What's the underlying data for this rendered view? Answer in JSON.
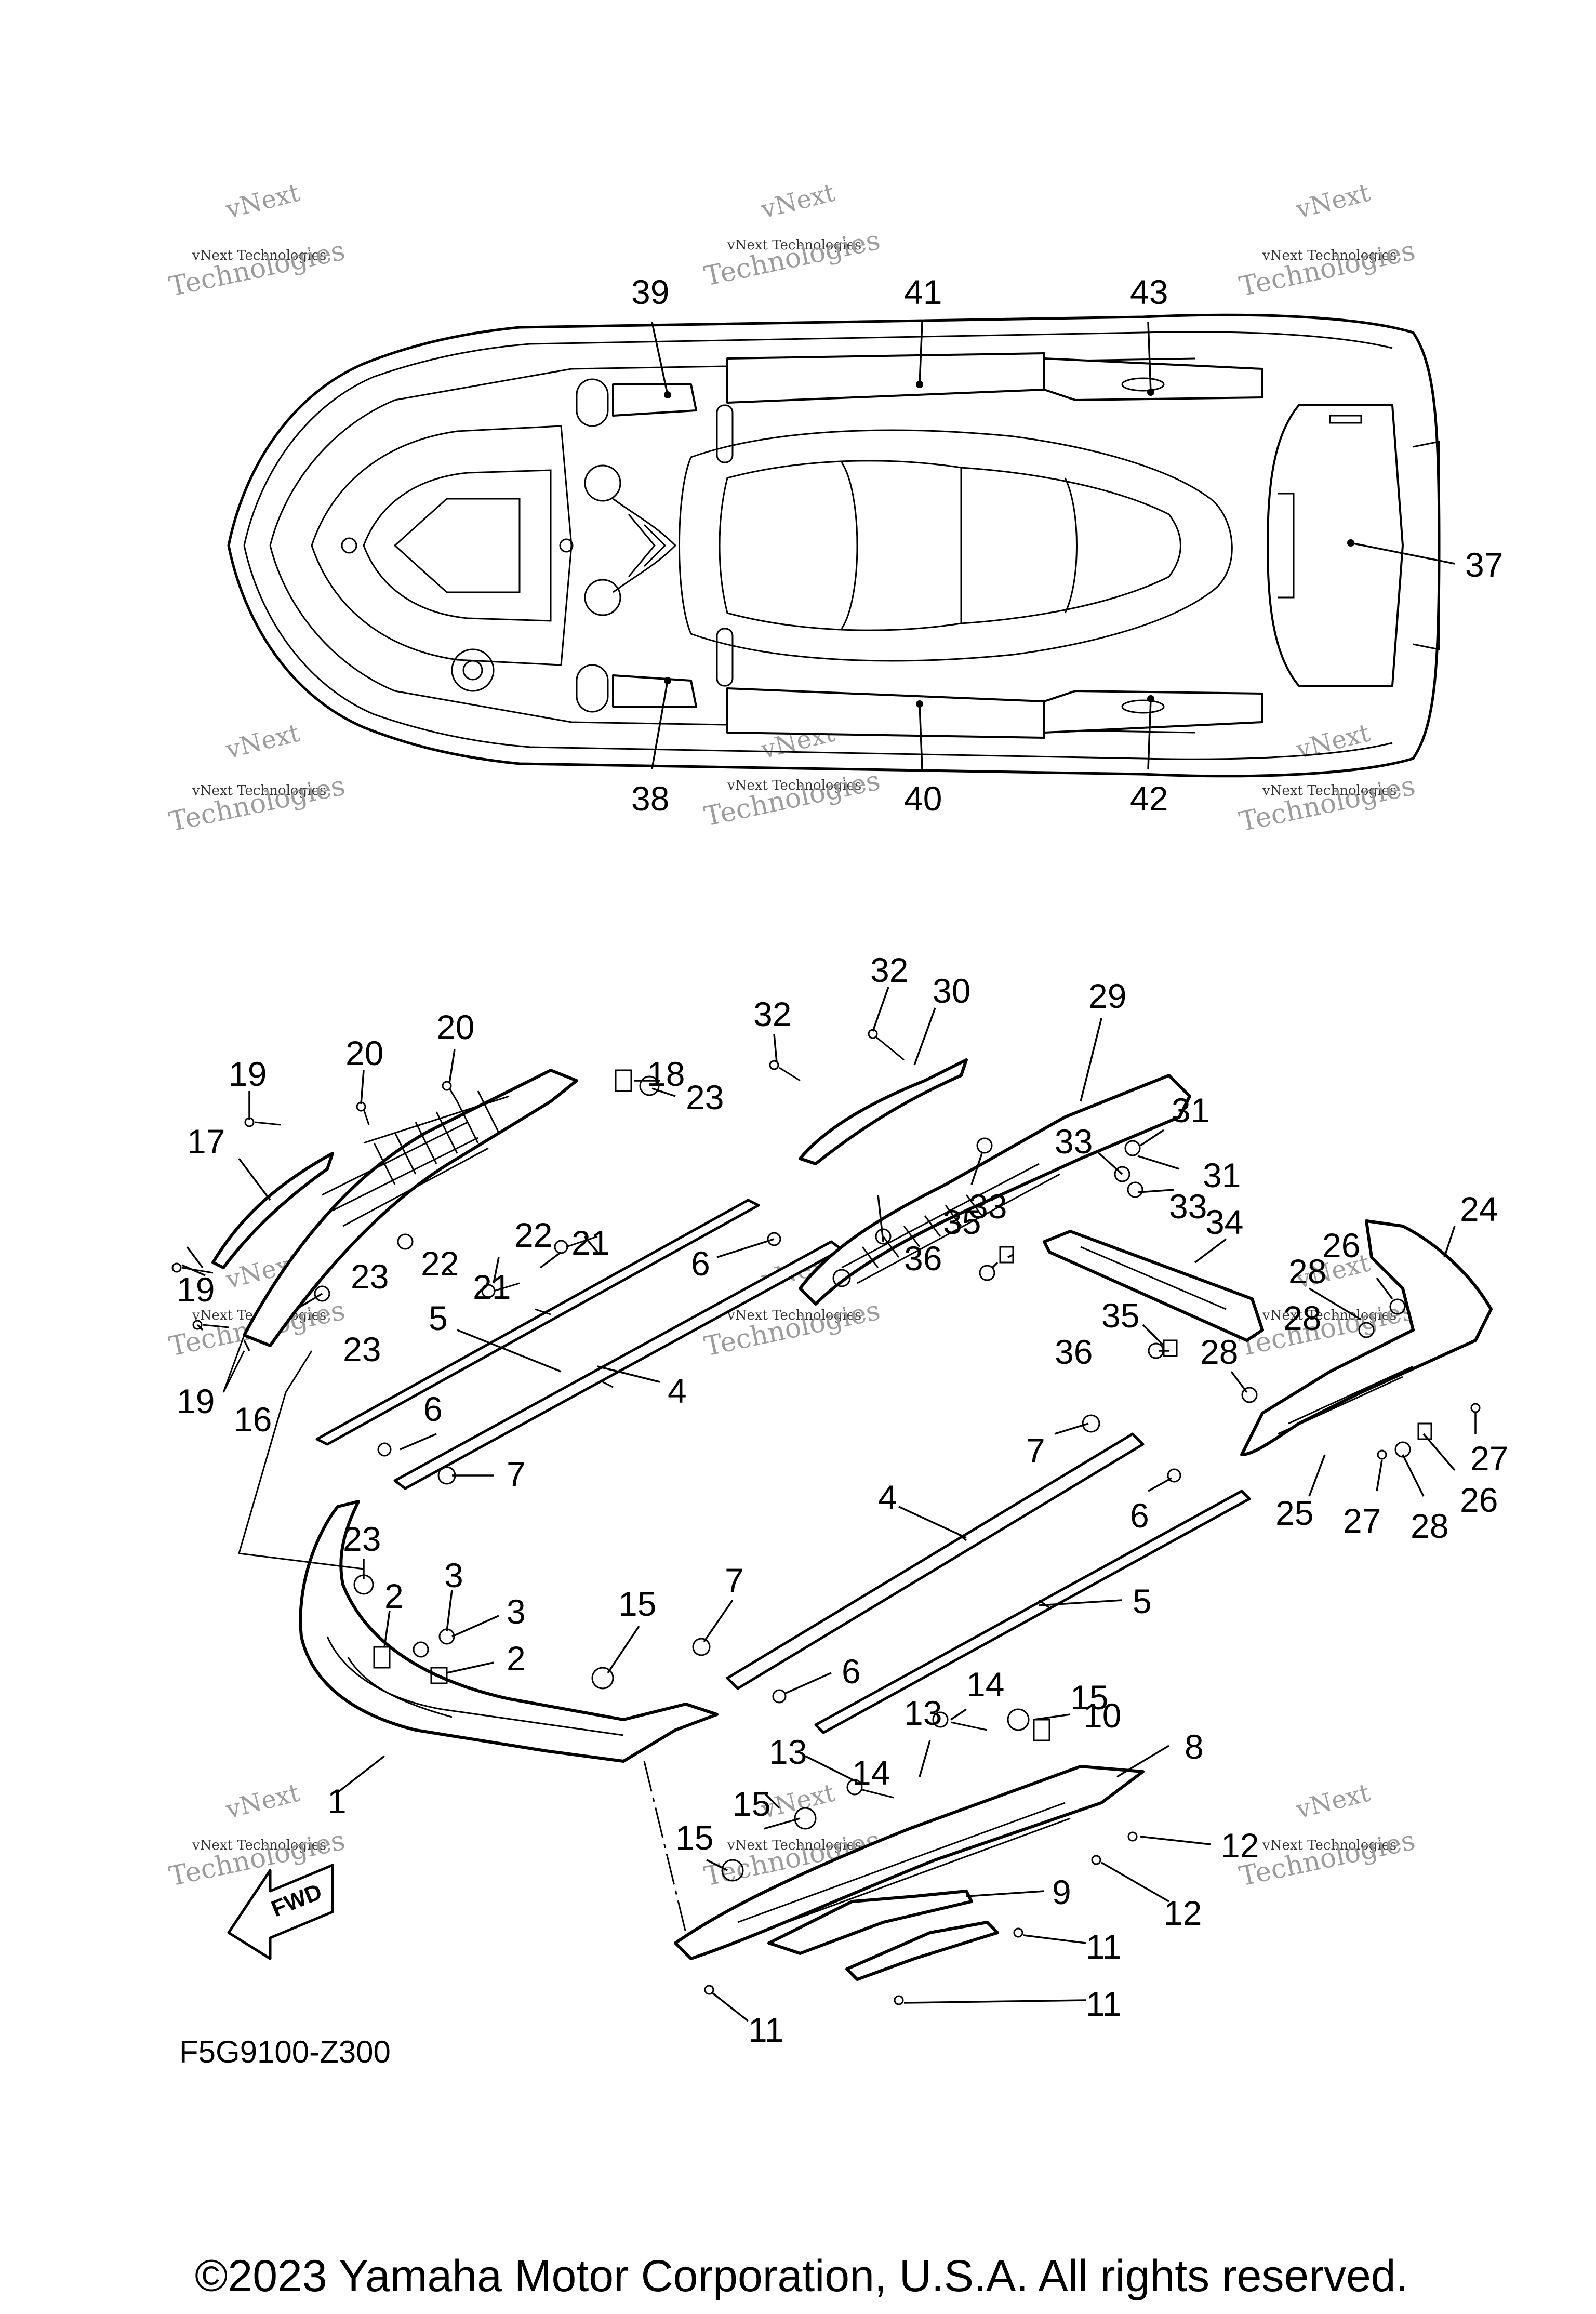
{
  "diagram": {
    "drawing_code": "F5G9100-Z300",
    "copyright": "©2023 Yamaha Motor Corporation, U.S.A. All rights reserved.",
    "fwd_label": "FWD",
    "watermark": {
      "line1": "vNext",
      "line2": "vNext Technologies",
      "line3": "Technologies"
    },
    "callouts": {
      "top": [
        "39",
        "41",
        "43",
        "37",
        "38",
        "40",
        "42"
      ],
      "bottom": [
        "32",
        "30",
        "29",
        "32",
        "20",
        "20",
        "19",
        "18",
        "23",
        "17",
        "31",
        "33",
        "31",
        "33",
        "33",
        "24",
        "35",
        "36",
        "34",
        "26",
        "28",
        "28",
        "21",
        "22",
        "22",
        "21",
        "23",
        "19",
        "23",
        "19",
        "16",
        "6",
        "5",
        "4",
        "35",
        "36",
        "28",
        "6",
        "7",
        "27",
        "26",
        "27",
        "28",
        "25",
        "7",
        "6",
        "4",
        "23",
        "2",
        "3",
        "3",
        "2",
        "7",
        "5",
        "15",
        "6",
        "14",
        "15",
        "10",
        "13",
        "13",
        "14",
        "8",
        "15",
        "12",
        "15",
        "12",
        "1",
        "9",
        "11",
        "11",
        "11"
      ]
    }
  }
}
